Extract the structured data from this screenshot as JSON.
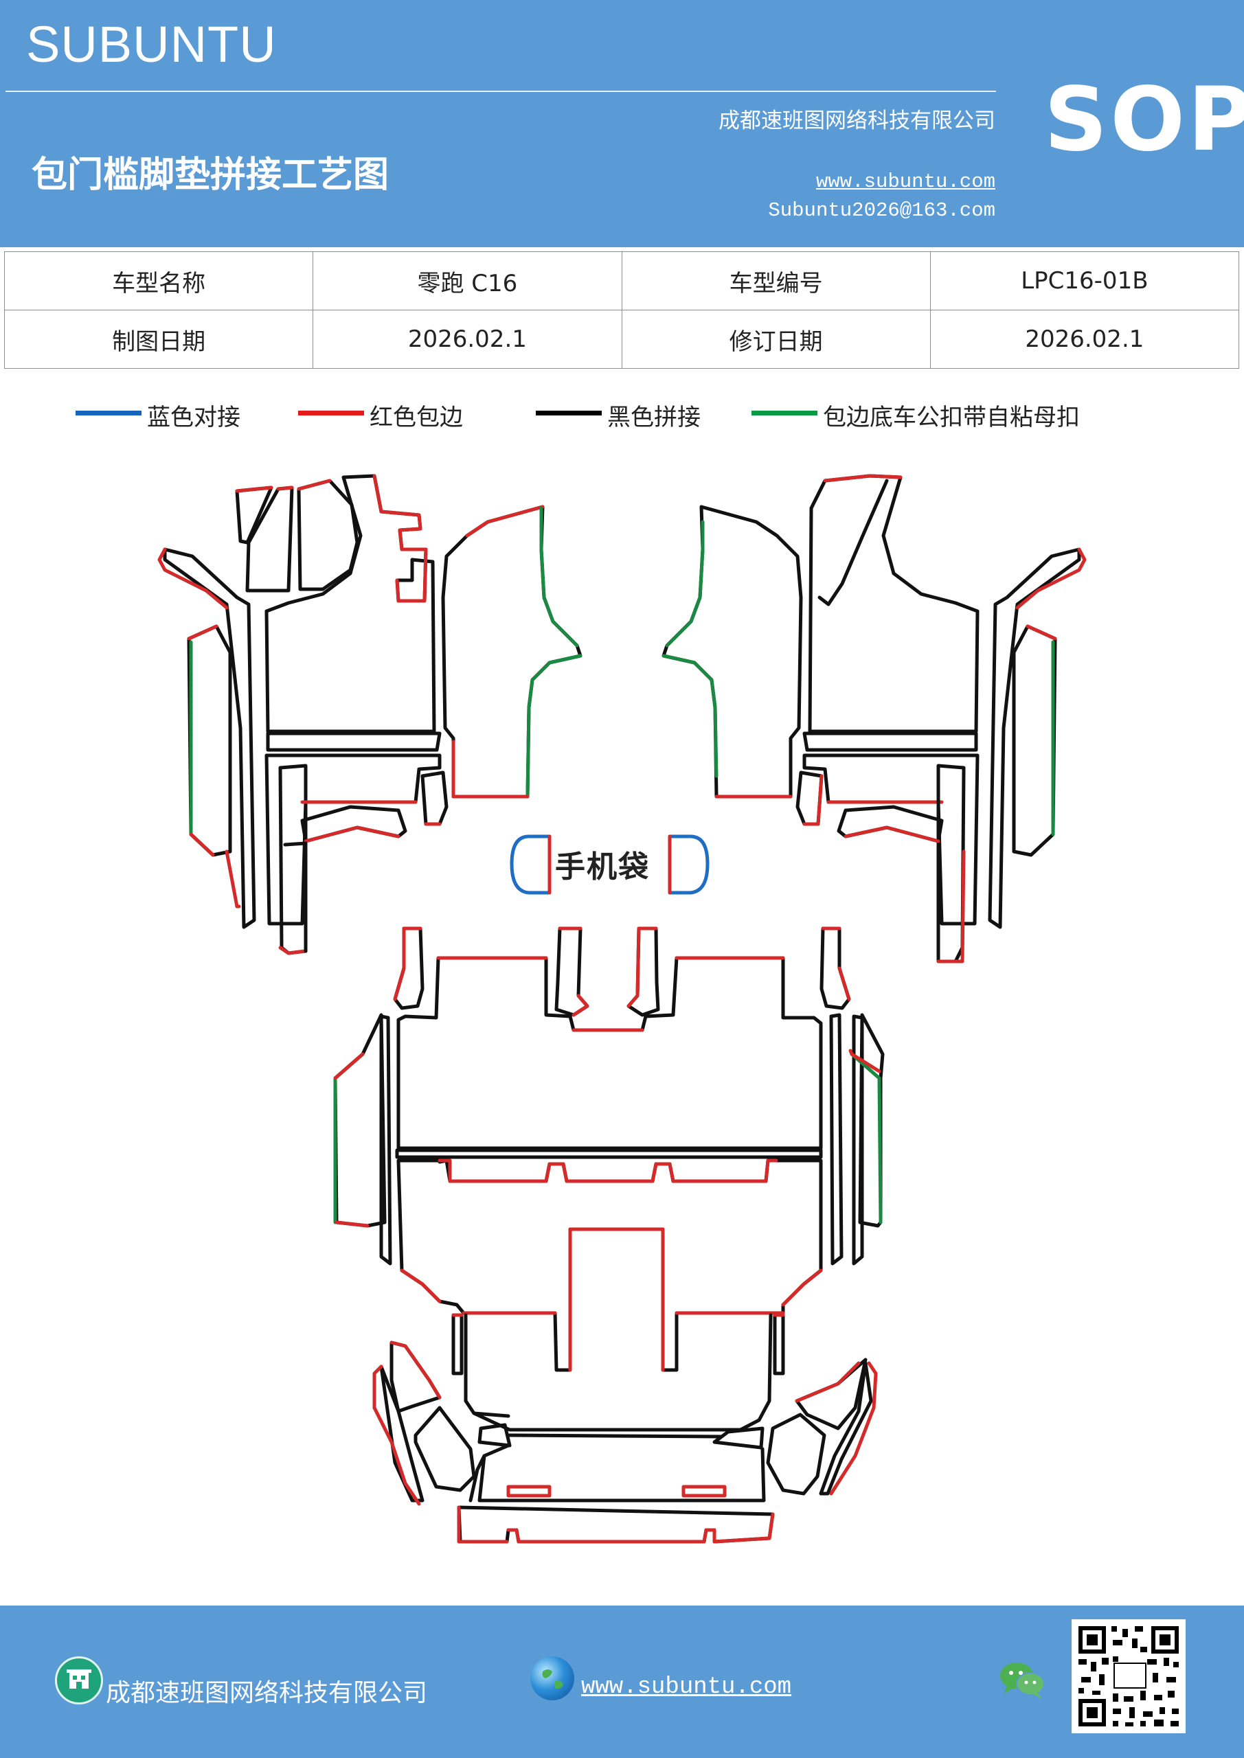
{
  "header": {
    "brand": "SUBUNTU",
    "company": "成都速班图网络科技有限公司",
    "title": "包门槛脚垫拼接工艺图",
    "website": "www.subuntu.com",
    "email": "Subuntu2026@163.com",
    "badge": "SOP"
  },
  "info_table": {
    "rows": [
      [
        "车型名称",
        "零跑 C16",
        "车型编号",
        "LPC16-01B"
      ],
      [
        "制图日期",
        "2026.02.1",
        "修订日期",
        "2026.02.1"
      ]
    ]
  },
  "legend": [
    {
      "label": "蓝色对接",
      "color": "#1565c0"
    },
    {
      "label": "红色包边",
      "color": "#e31b1b"
    },
    {
      "label": "黑色拼接",
      "color": "#000000"
    },
    {
      "label": "包边底车公扣带自粘母扣",
      "color": "#0a9a45"
    }
  ],
  "diagram": {
    "phone_bag_label": "手机袋",
    "colors": {
      "blue": "#1e6fc4",
      "red": "#d42a2a",
      "black": "#111111",
      "green": "#1a8a42"
    }
  },
  "footer": {
    "company": "成都速班图网络科技有限公司",
    "website": "www.subuntu.com",
    "building_icon": "building-icon",
    "globe_icon": "globe-icon",
    "wechat_icon": "wechat-icon",
    "qr_icon": "qr-code-icon"
  }
}
